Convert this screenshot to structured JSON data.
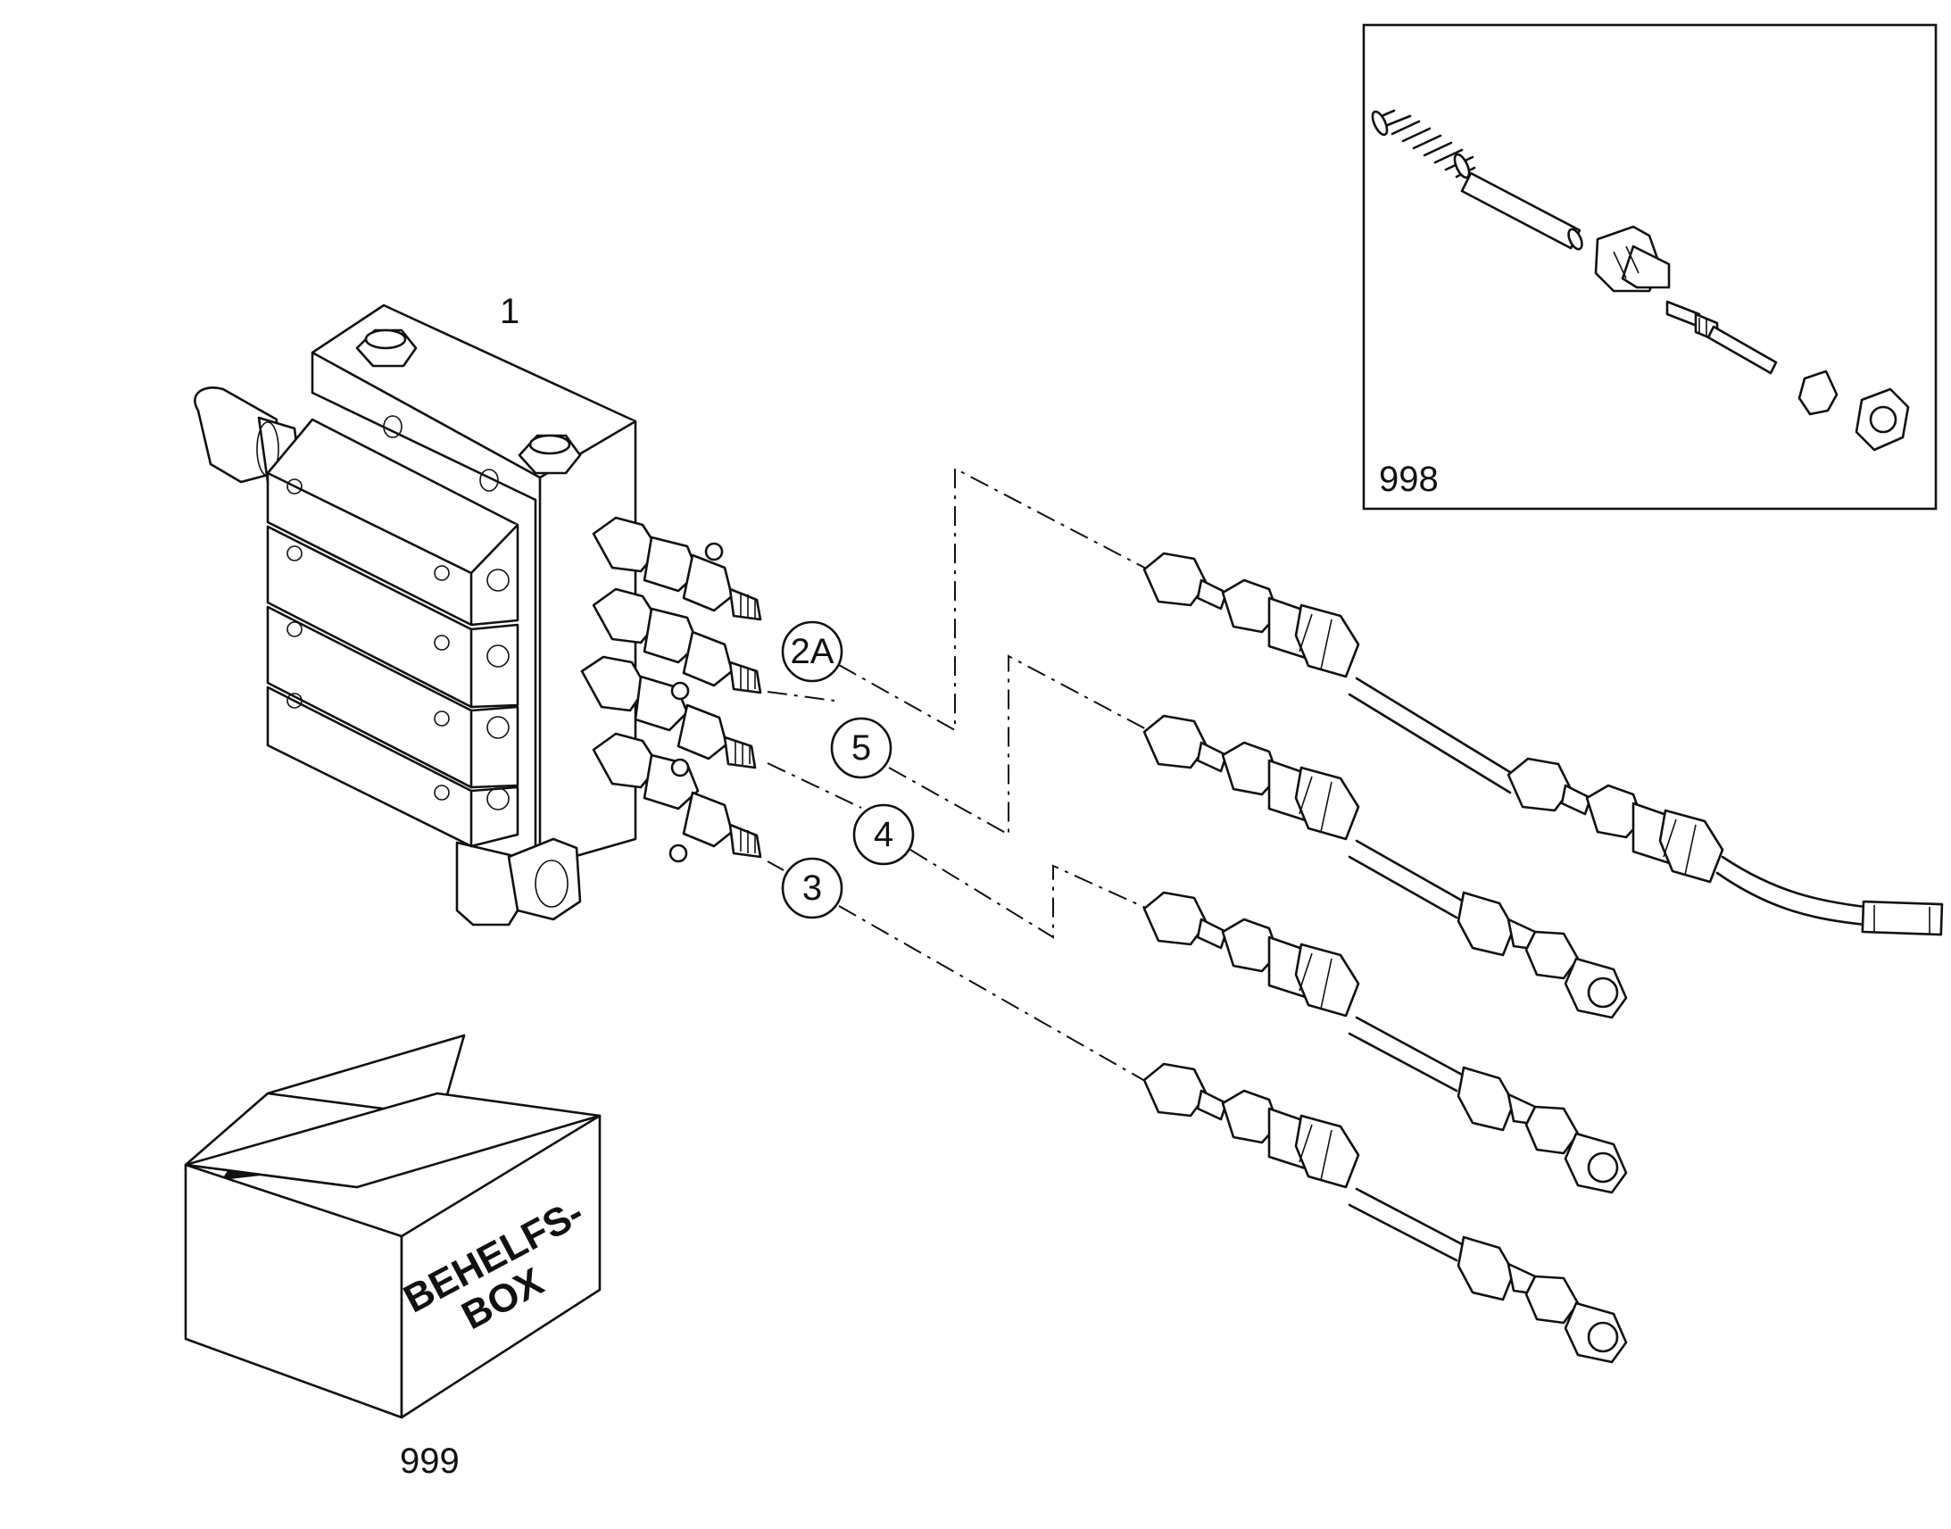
{
  "drawing": {
    "part_labels": {
      "distributor_block": "1",
      "repair_kit": "998",
      "box_item": "999"
    },
    "callouts": [
      {
        "id": "2a",
        "label": "2A"
      },
      {
        "id": "5",
        "label": "5"
      },
      {
        "id": "4",
        "label": "4"
      },
      {
        "id": "3",
        "label": "3"
      }
    ],
    "box_print": {
      "line1": "BEHELFS-",
      "line2": "BOX"
    }
  }
}
